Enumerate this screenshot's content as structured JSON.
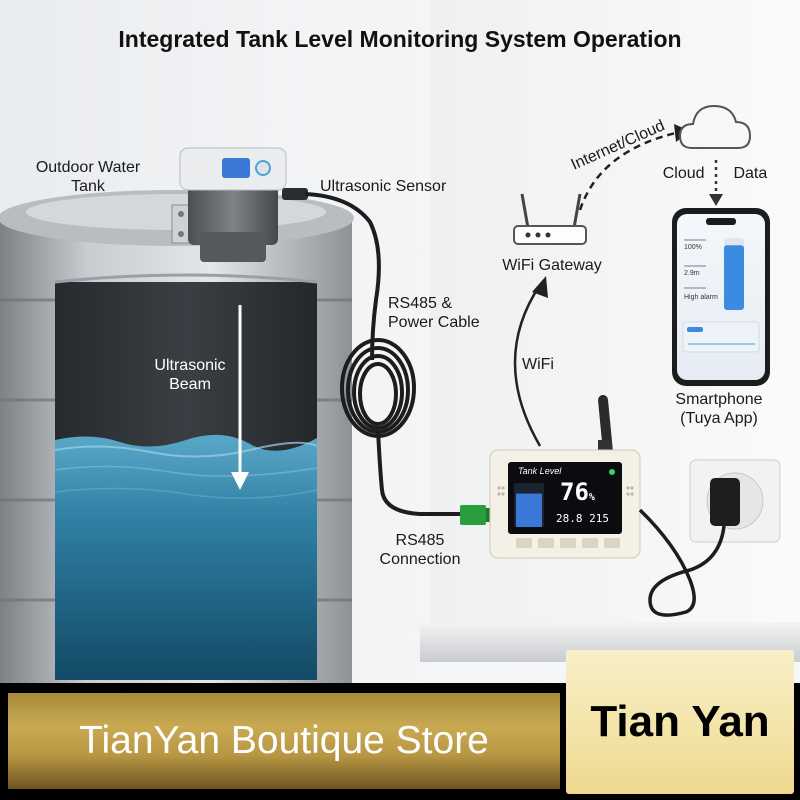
{
  "title": "Integrated Tank Level Monitoring System Operation",
  "labels": {
    "tank": [
      "Outdoor Water",
      "Tank"
    ],
    "sensor": "Ultrasonic Sensor",
    "beam": [
      "Ultrasonic",
      "Beam"
    ],
    "cable": [
      "RS485 &",
      "Power Cable"
    ],
    "connection": [
      "RS485",
      "Connection"
    ],
    "gateway": "WiFi Gateway",
    "wifi": "WiFi",
    "internet": "Internet/Cloud",
    "cloud_data": [
      "Cloud",
      "Data"
    ],
    "smartphone": [
      "Smartphone",
      "(Tuya App)"
    ]
  },
  "display": {
    "heading": "Tank Level",
    "percent": "76",
    "percent_unit": "%",
    "readout_1": "28.8",
    "readout_2": "215",
    "level_fraction": 0.76
  },
  "phone_app": {
    "value_1": "100%",
    "value_2": "2.9m",
    "alarm": "High alarm",
    "level_fraction": 0.9
  },
  "branding": {
    "store": "TianYan Boutique Store",
    "name": "Tian Yan"
  },
  "colors": {
    "water": "#2f7fa3",
    "lcd_level": "#3a78d8",
    "brand_gold": "#c9aa52",
    "brand_cream": "#f5e6ad"
  }
}
